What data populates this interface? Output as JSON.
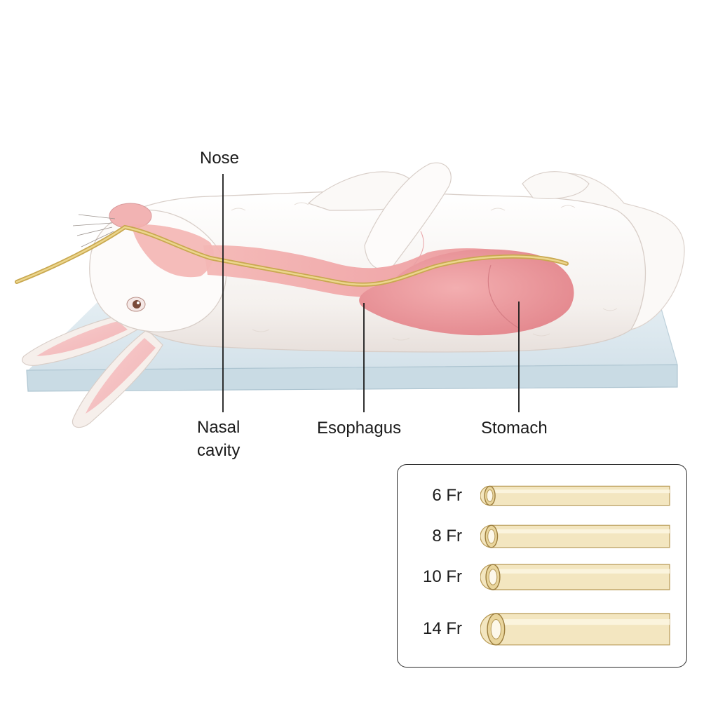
{
  "labels": {
    "nose": "Nose",
    "nasal_cavity_line1": "Nasal",
    "nasal_cavity_line2": "cavity",
    "esophagus": "Esophagus",
    "stomach": "Stomach"
  },
  "tube_sizes": [
    {
      "label": "6 Fr",
      "french": 6
    },
    {
      "label": "8 Fr",
      "french": 8
    },
    {
      "label": "10 Fr",
      "french": 10
    },
    {
      "label": "14 Fr",
      "french": 14
    }
  ],
  "colors": {
    "fur": "#f7f4f1",
    "fur_shadow": "#e4ddd8",
    "organ_pink": "#f2a9a9",
    "organ_pink_dark": "#e38e92",
    "tube_gold": "#d8bd6a",
    "tube_fill": "#f3e6c0",
    "mat": "#d9e7ee",
    "mat_edge": "#b9cfd9",
    "ear_inner": "#f4bfc0",
    "line": "#1a1a1a"
  }
}
